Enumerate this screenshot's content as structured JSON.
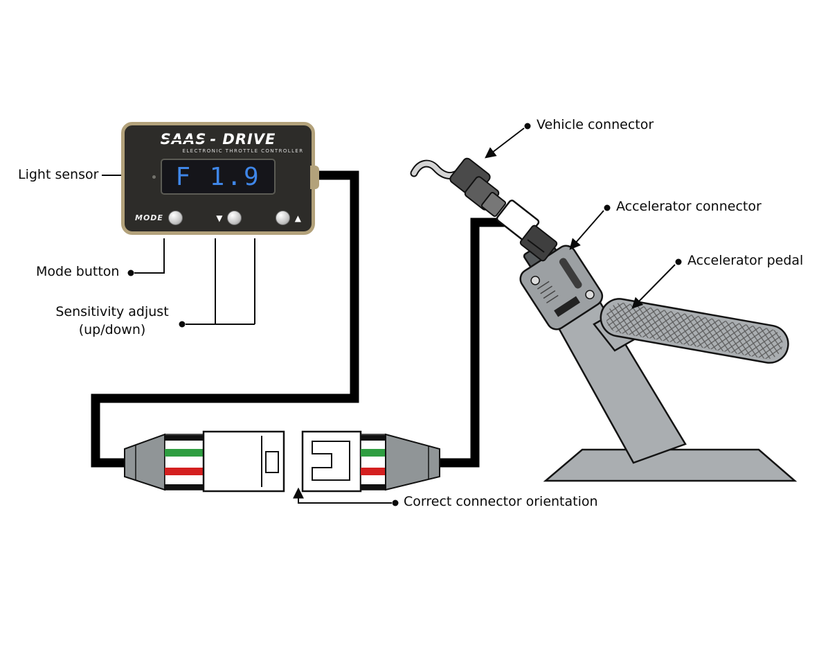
{
  "device": {
    "brand_saas": "SAAS",
    "brand_drive": "- DRIVE",
    "subtitle": "ELECTRONIC THROTTLE CONTROLLER",
    "display_value": "F 1.9",
    "mode_label": "MODE",
    "down_icon": "▼",
    "up_icon": "▲",
    "colors": {
      "body": "#2d2c29",
      "bezel": "#b3a27b",
      "display_text": "#3f86e8"
    }
  },
  "labels": {
    "light_sensor": "Light sensor",
    "mode_button": "Mode button",
    "sensitivity_adjust_line1": "Sensitivity adjust",
    "sensitivity_adjust_line2": "(up/down)",
    "vehicle_connector": "Vehicle connector",
    "accelerator_connector": "Accelerator connector",
    "accelerator_pedal": "Accelerator pedal",
    "correct_connector_orientation": "Correct connector orientation"
  },
  "wires": {
    "black": "#111111",
    "green": "#2f9e41",
    "red": "#d42020",
    "white": "#ffffff"
  }
}
